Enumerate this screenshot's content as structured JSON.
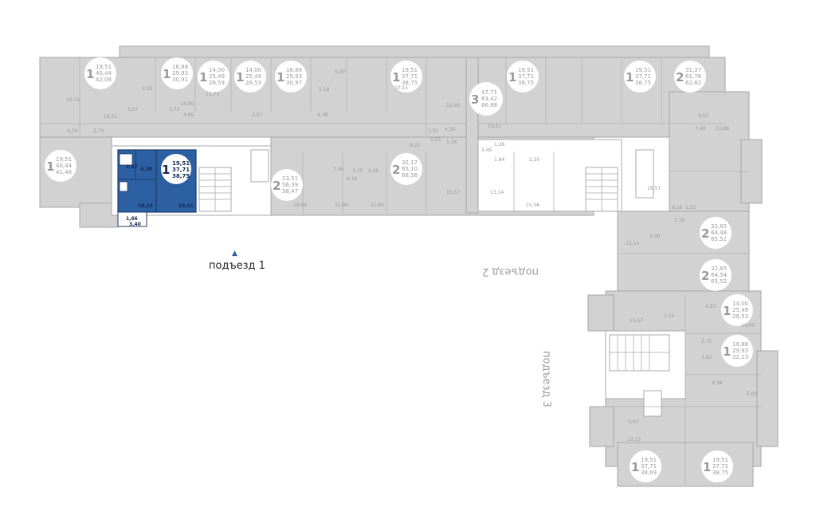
{
  "entrances": {
    "e1": "подъезд 1",
    "e2": "подъезд 2",
    "e3": "подъезд 3"
  },
  "selected_apartment": {
    "rooms": "1",
    "living": "19,51",
    "total_living": "37,71",
    "total": "38,75",
    "room_areas": [
      "4,38",
      "10,15",
      "19,51",
      "3,67",
      "1,66",
      "3,40"
    ],
    "highlight_color": "#2d5fa3"
  },
  "apartments": [
    {
      "rooms": "1",
      "a": "19,51",
      "b": "40,44",
      "c": "42,08"
    },
    {
      "rooms": "1",
      "a": "19,51",
      "b": "40,44",
      "c": "41,48"
    },
    {
      "rooms": "1",
      "a": "16,88",
      "b": "29,93",
      "c": "30,91"
    },
    {
      "rooms": "1",
      "a": "14,00",
      "b": "25,49",
      "c": "26,53"
    },
    {
      "rooms": "1",
      "a": "14,00",
      "b": "25,49",
      "c": "26,53"
    },
    {
      "rooms": "1",
      "a": "16,88",
      "b": "29,93",
      "c": "30,97"
    },
    {
      "rooms": "1",
      "a": "19,51",
      "b": "37,71",
      "c": "38,75"
    },
    {
      "rooms": "2",
      "a": "23,51",
      "b": "56,39",
      "c": "58,47"
    },
    {
      "rooms": "2",
      "a": "32,17",
      "b": "65,10",
      "c": "68,56"
    },
    {
      "rooms": "3",
      "a": "47,71",
      "b": "83,42",
      "c": "86,88"
    },
    {
      "rooms": "1",
      "a": "19,51",
      "b": "37,71",
      "c": "38,75"
    },
    {
      "rooms": "1",
      "a": "19,51",
      "b": "37,71",
      "c": "38,75"
    },
    {
      "rooms": "2",
      "a": "31,37",
      "b": "61,78",
      "c": "62,82"
    },
    {
      "rooms": "2",
      "a": "32,65",
      "b": "64,48",
      "c": "65,52"
    },
    {
      "rooms": "2",
      "a": "32,65",
      "b": "64,54",
      "c": "65,52"
    },
    {
      "rooms": "1",
      "a": "14,00",
      "b": "25,49",
      "c": "26,53"
    },
    {
      "rooms": "1",
      "a": "16,88",
      "b": "29,93",
      "c": "32,13"
    },
    {
      "rooms": "1",
      "a": "19,51",
      "b": "37,71",
      "c": "38,69"
    },
    {
      "rooms": "1",
      "a": "19,51",
      "b": "37,71",
      "c": "38,75"
    }
  ],
  "room_labels": [
    "10,15",
    "4,38",
    "2,73",
    "19,51",
    "3,67",
    "3,35",
    "4,95",
    "14,00",
    "11,73",
    "3,72",
    "2,57",
    "4,38",
    "5,00",
    "5,18",
    "10,15",
    "12,66",
    "4,34",
    "1,91",
    "1,55",
    "1,34",
    "8,22",
    "7,40",
    "3,35",
    "4,46",
    "15,57",
    "11,65",
    "18,94",
    "11,86",
    "13,14",
    "15,06",
    "2,20",
    "1,84",
    "3,45",
    "1,26",
    "19,51",
    "13,14",
    "1,76",
    "3,40",
    "1,55",
    "16,57",
    "8,16",
    "4,93",
    "11,86",
    "7,40",
    "4,55",
    "14,00",
    "2,75",
    "3,82",
    "5,00",
    "4,38",
    "10,15",
    "3,67",
    "15,57",
    "1,34",
    "6,16"
  ]
}
